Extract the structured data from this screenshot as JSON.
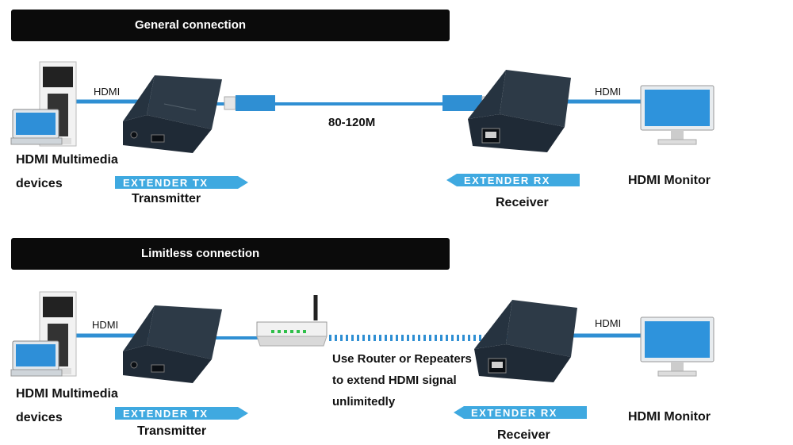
{
  "sections": [
    {
      "banner": "General connection",
      "source_label": "HDMI Multimedia",
      "source_label_2": "devices",
      "hdmi_left": "HDMI",
      "hdmi_right": "HDMI",
      "distance": "80-120M",
      "tx_badge": "EXTENDER TX",
      "tx_label": "Transmitter",
      "rx_badge": "EXTENDER RX",
      "rx_label": "Receiver",
      "monitor_label": "HDMI Monitor"
    },
    {
      "banner": "Limitless connection",
      "source_label": "HDMI Multimedia",
      "source_label_2": "devices",
      "hdmi_left": "HDMI",
      "hdmi_right": "HDMI",
      "note_lines": [
        "Use Router or Repeaters",
        "to extend HDMI signal",
        "unlimitedly"
      ],
      "tx_badge": "EXTENDER TX",
      "tx_label": "Transmitter",
      "rx_badge": "EXTENDER RX",
      "rx_label": "Receiver",
      "monitor_label": "HDMI Monitor"
    }
  ],
  "colors": {
    "cable": "#2f8fd3",
    "badge": "#3fa9e0",
    "device": "#1f2a36",
    "banner": "#0b0b0b"
  },
  "icons": [
    "pc-tower-icon",
    "laptop-icon",
    "extender-tx-icon",
    "extender-rx-icon",
    "rj45-plug-icon",
    "router-icon",
    "monitor-icon"
  ]
}
